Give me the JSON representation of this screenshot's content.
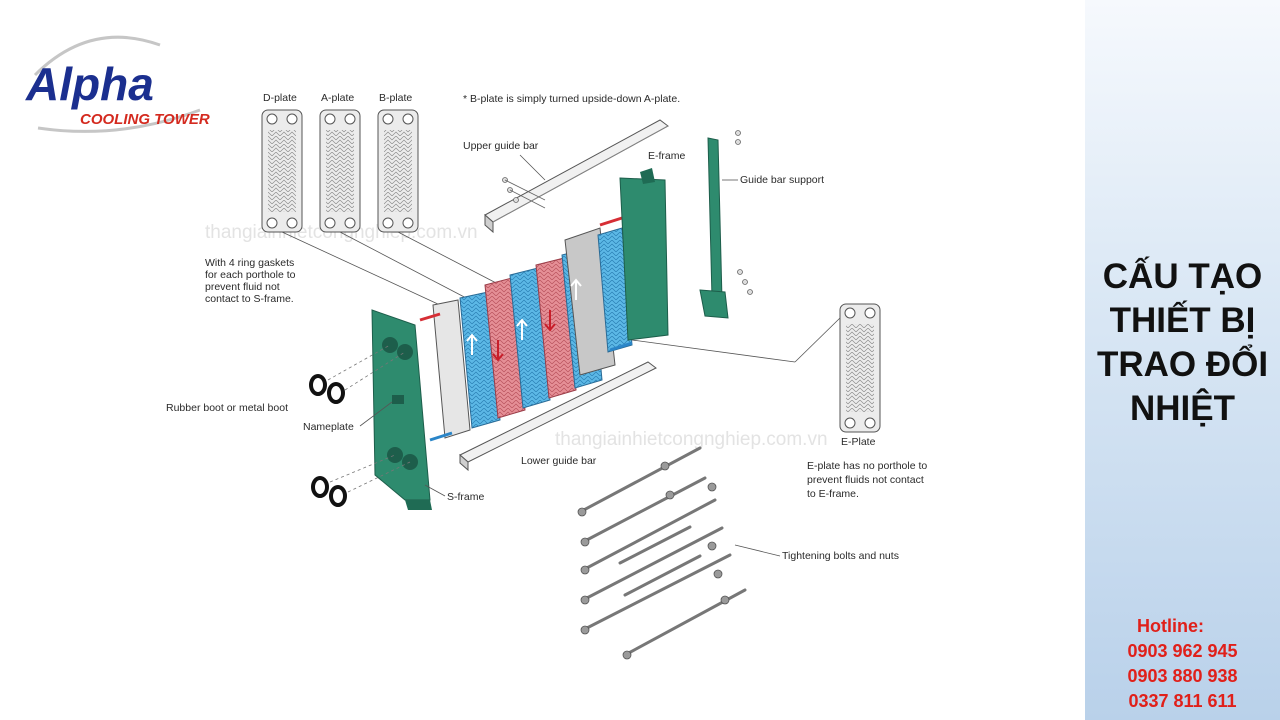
{
  "logo": {
    "main": "Alpha",
    "sub": "COOLING TOWER"
  },
  "title": {
    "lines": [
      "CẤU TẠO",
      "THIẾT BỊ",
      "TRAO ĐỔI",
      "NHIỆT"
    ]
  },
  "hotline": {
    "label": "Hotline:",
    "numbers": [
      "0903 962 945",
      "0903 880 938",
      "0337 811 611"
    ]
  },
  "watermark": [
    "thangiainhietcongnghiep.com.vn",
    "thangiainhietcongnghiep.com.vn"
  ],
  "diagram": {
    "plate_labels": [
      "D-plate",
      "A-plate",
      "B-plate"
    ],
    "note": "* B-plate is simply turned upside-down A-plate.",
    "upper_guide_bar": "Upper guide bar",
    "e_frame": "E-frame",
    "guide_bar_support": "Guide bar support",
    "gasket_note": [
      "With 4 ring gaskets",
      "for each porthole to",
      "prevent fluid not",
      "contact to S-frame."
    ],
    "rubber_boot": "Rubber boot or metal boot",
    "nameplate": "Nameplate",
    "s_frame": "S-frame",
    "lower_guide_bar": "Lower guide bar",
    "e_plate": "E-Plate",
    "e_plate_note": [
      "E-plate has no porthole to",
      "prevent fluids not contact",
      "to E-frame."
    ],
    "tightening_bolts": "Tightening bolts and nuts"
  },
  "colors": {
    "brand_blue": "#1b2f8f",
    "brand_red": "#d42a1f",
    "frame_green": "#2e8b6e",
    "hot_fluid": "#e0535e",
    "cold_fluid": "#3aa1dc",
    "hotline": "#e0201a"
  }
}
